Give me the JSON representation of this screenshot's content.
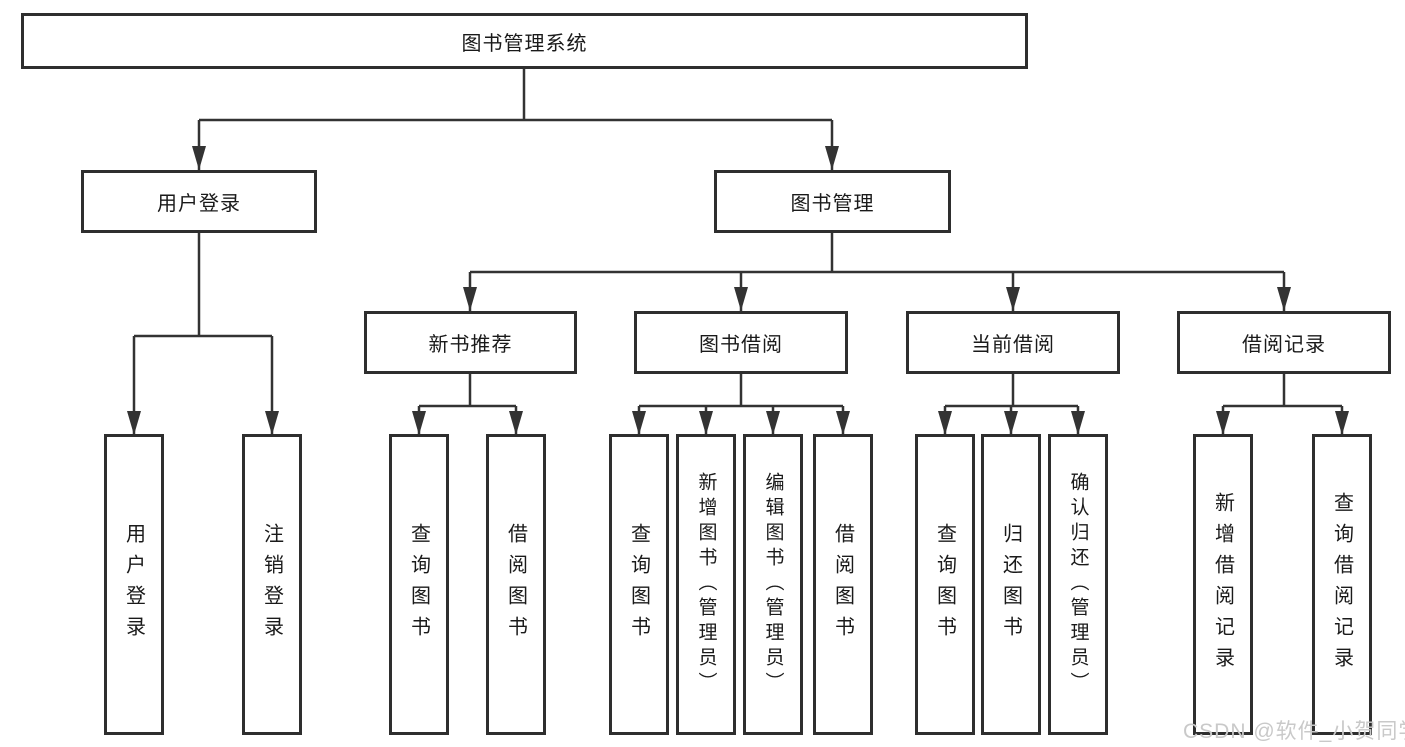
{
  "diagram": {
    "root": {
      "label": "图书管理系统"
    },
    "level2": [
      {
        "label": "用户登录"
      },
      {
        "label": "图书管理"
      }
    ],
    "level3": [
      {
        "label": "新书推荐"
      },
      {
        "label": "图书借阅"
      },
      {
        "label": "当前借阅"
      },
      {
        "label": "借阅记录"
      }
    ],
    "leaves": {
      "user_login": [
        {
          "label": "用户登录"
        },
        {
          "label": "注销登录"
        }
      ],
      "new_books": [
        {
          "label": "查询图书"
        },
        {
          "label": "借阅图书"
        }
      ],
      "book_borrow": [
        {
          "label": "查询图书"
        },
        {
          "label": "新增图书（管理员）"
        },
        {
          "label": "编辑图书（管理员）"
        },
        {
          "label": "借阅图书"
        }
      ],
      "current_borrow": [
        {
          "label": "查询图书"
        },
        {
          "label": "归还图书"
        },
        {
          "label": "确认归还（管理员）"
        }
      ],
      "borrow_records": [
        {
          "label": "新增借阅记录"
        },
        {
          "label": "查询借阅记录"
        }
      ]
    },
    "colors": {
      "line": "#333333",
      "border": "#2e2e2e",
      "text": "#1a1a1a",
      "background": "#ffffff"
    }
  },
  "watermark": {
    "text": "CSDN @软件_小贺同学",
    "color": "#c9c9c9"
  }
}
